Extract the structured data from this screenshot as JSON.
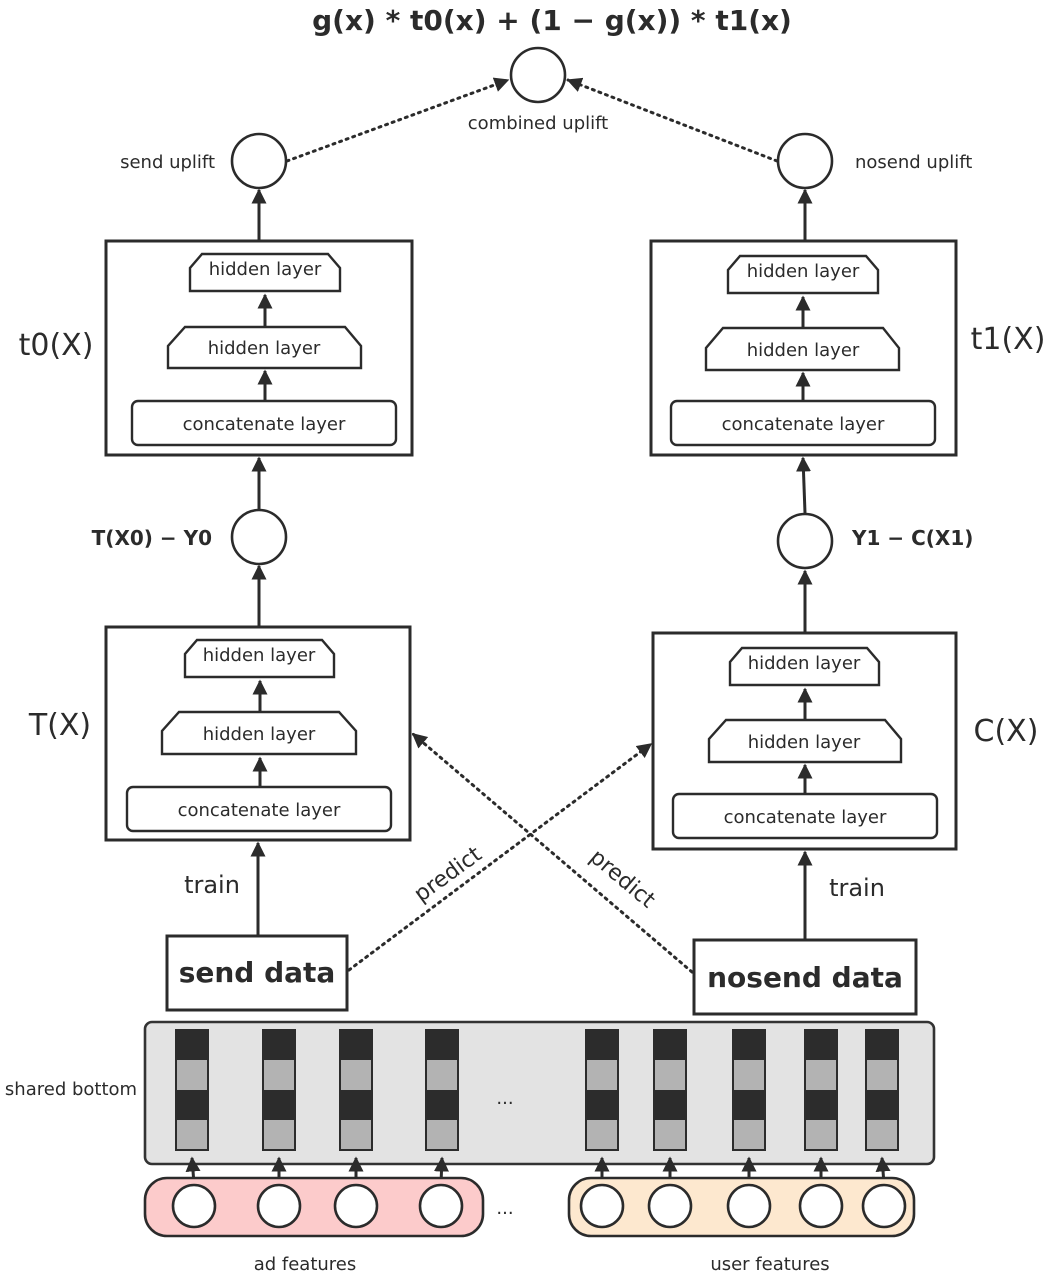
{
  "formula": "g(x) * t0(x) + (1 − g(x)) * t1(x)",
  "combined": {
    "label": "combined uplift"
  },
  "left_stage2": {
    "output_label": "send uplift",
    "side_label": "t0(X)",
    "layers": [
      "hidden layer",
      "hidden layer",
      "concatenate layer"
    ]
  },
  "right_stage2": {
    "output_label": "nosend uplift",
    "side_label": "t1(X)",
    "layers": [
      "hidden layer",
      "hidden layer",
      "concatenate layer"
    ]
  },
  "left_stage1": {
    "residual_label": "T(X0) − Y0",
    "side_label": "T(X)",
    "layers": [
      "hidden layer",
      "hidden layer",
      "concatenate layer"
    ]
  },
  "right_stage1": {
    "residual_label": "Y1 − C(X1)",
    "side_label": "C(X)",
    "layers": [
      "hidden layer",
      "hidden layer",
      "concatenate layer"
    ]
  },
  "data": {
    "left_label": "send data",
    "right_label": "nosend data",
    "train_left": "train",
    "train_right": "train",
    "predict_left": "predict",
    "predict_right": "predict"
  },
  "bottom": {
    "shared_label": "shared bottom",
    "ellipsis_shared": "...",
    "ellipsis_features": "...",
    "ad_features_label": "ad features",
    "user_features_label": "user features",
    "ad_features_color": "#fccbcb",
    "user_features_color": "#fde8cf",
    "dark_cell_color": "#2c2c2c",
    "light_cell_color": "#b3b3b3",
    "shared_color": "#e3e3e3"
  }
}
